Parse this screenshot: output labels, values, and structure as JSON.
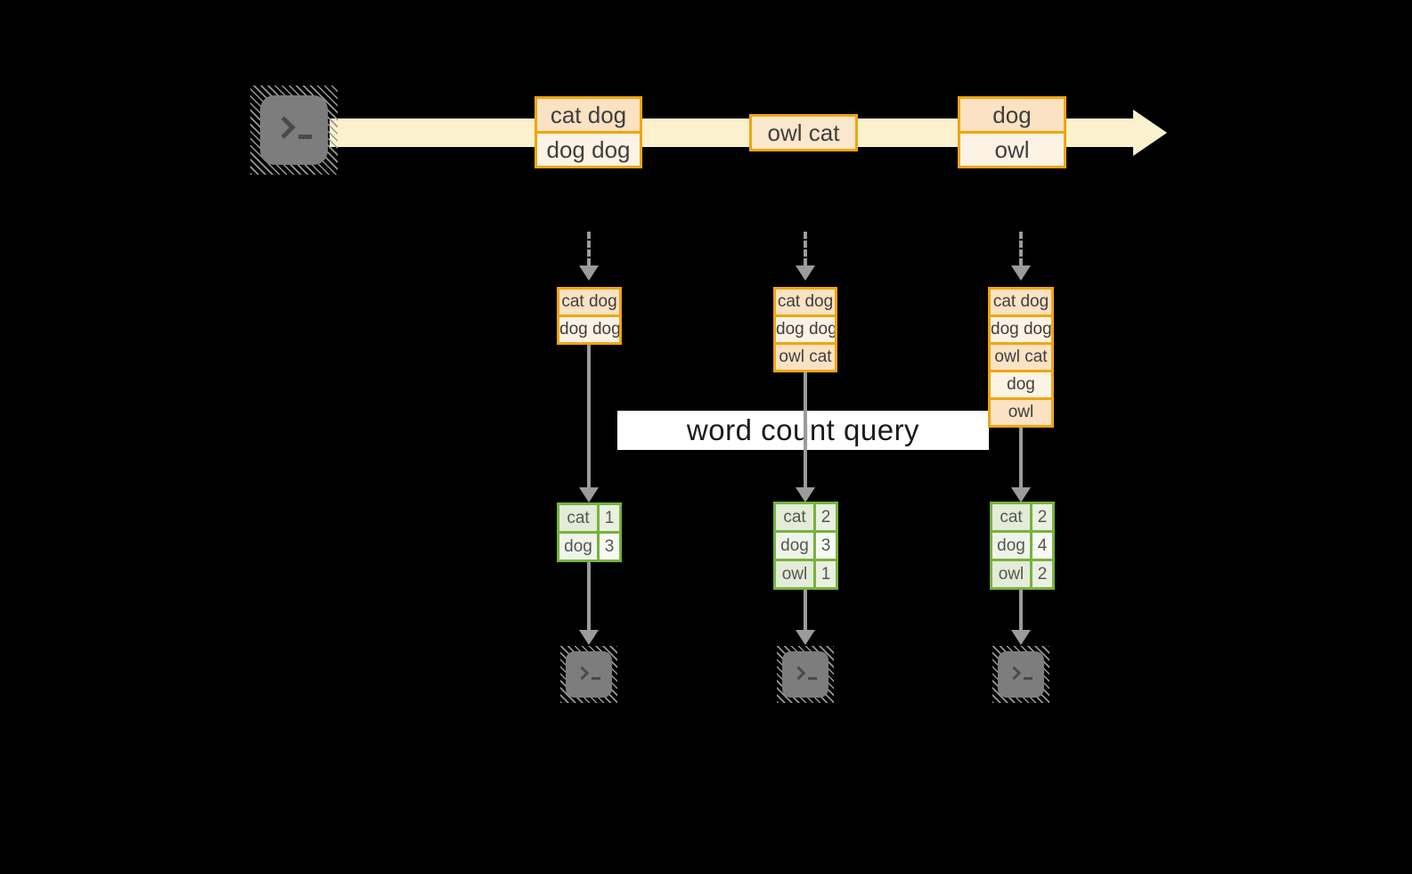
{
  "query_label": {
    "text": "word count query"
  },
  "icons": {
    "terminal_prompt": ">_",
    "stream_arrow": "right-arrow",
    "flow_arrow": "down-arrow"
  },
  "colors": {
    "background": "#000000",
    "stream_band": "#fcf1cd",
    "event_border": "#f0a50f",
    "event_fill_dark": "#fae2c2",
    "event_fill_light": "#fdf3e4",
    "table_border": "#77b240",
    "table_fill_dark": "#e2ecd6",
    "table_fill_light": "#eff4e9",
    "arrow_gray": "#9b9b9b",
    "terminal_gray": "#7d7d7d",
    "query_bg": "#ffffff"
  },
  "stream": {
    "events": [
      {
        "lines": [
          "cat dog",
          "dog dog"
        ]
      },
      {
        "lines": [
          "owl cat"
        ]
      },
      {
        "lines": [
          "dog",
          "owl"
        ]
      }
    ]
  },
  "columns": [
    {
      "batch": [
        "cat dog",
        "dog dog"
      ],
      "counts": [
        {
          "word": "cat",
          "count": 1
        },
        {
          "word": "dog",
          "count": 3
        }
      ]
    },
    {
      "batch": [
        "cat dog",
        "dog dog",
        "owl cat"
      ],
      "counts": [
        {
          "word": "cat",
          "count": 2
        },
        {
          "word": "dog",
          "count": 3
        },
        {
          "word": "owl",
          "count": 1
        }
      ]
    },
    {
      "batch": [
        "cat dog",
        "dog dog",
        "owl cat",
        "dog",
        "owl"
      ],
      "counts": [
        {
          "word": "cat",
          "count": 2
        },
        {
          "word": "dog",
          "count": 4
        },
        {
          "word": "owl",
          "count": 2
        }
      ]
    }
  ]
}
